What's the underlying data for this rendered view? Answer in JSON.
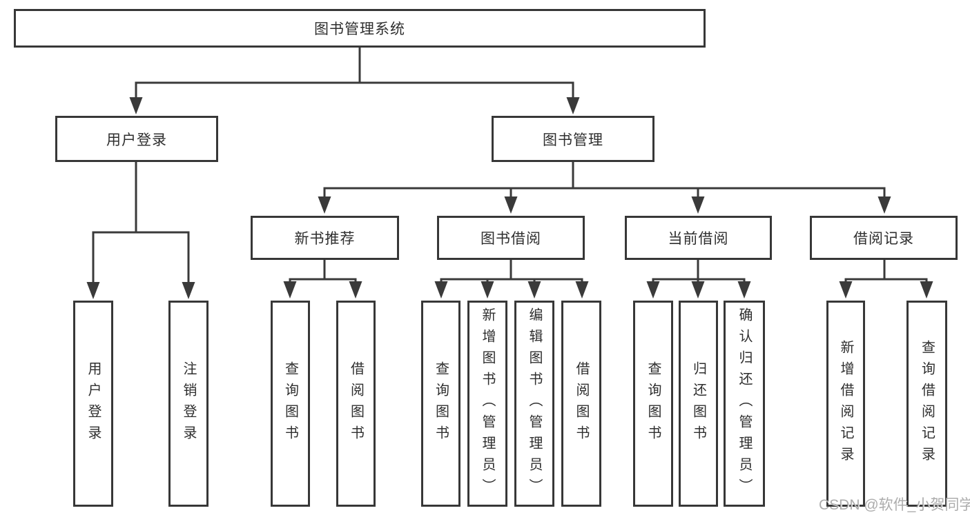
{
  "tree": {
    "root": "图书管理系统",
    "level2": [
      {
        "label": "用户登录"
      },
      {
        "label": "图书管理"
      }
    ],
    "level3": [
      {
        "label": "新书推荐"
      },
      {
        "label": "图书借阅"
      },
      {
        "label": "当前借阅"
      },
      {
        "label": "借阅记录"
      }
    ],
    "leaves": {
      "user_login": [
        "用户登录",
        "注销登录"
      ],
      "new_book": [
        "查询图书",
        "借阅图书"
      ],
      "book_borrow": [
        "查询图书",
        "新增图书（管理员）",
        "编辑图书（管理员）",
        "借阅图书"
      ],
      "current_borrow": [
        "查询图书",
        "归还图书",
        "确认归还（管理员）"
      ],
      "records": [
        "新增借阅记录",
        "查询借阅记录"
      ]
    }
  },
  "watermark": "CSDN @软件_小贺同学",
  "colors": {
    "line": "#3a3a3a",
    "border": "#373737",
    "text": "#2e2e2e",
    "watermark": "#9e9e9e"
  }
}
